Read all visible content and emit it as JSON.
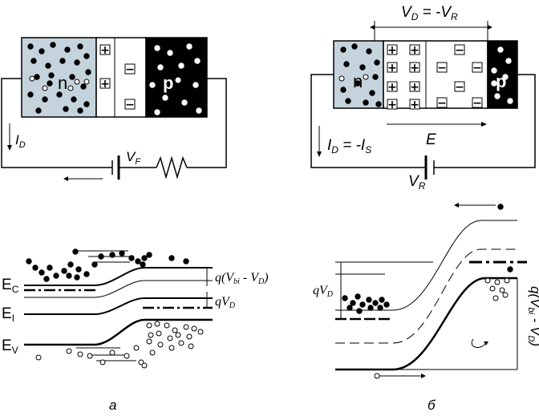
{
  "left": {
    "n_label": "n",
    "p_label": "p",
    "current": {
      "main": "I",
      "sub": "D"
    },
    "voltage": {
      "main": "V",
      "sub": "F"
    },
    "plus": "+",
    "minus": "−",
    "bands": {
      "ec": {
        "main": "E",
        "sub": "C"
      },
      "ei": {
        "main": "E",
        "sub": "I"
      },
      "ev": {
        "main": "E",
        "sub": "V"
      },
      "barrier": {
        "pre": "q(V",
        "sub1": "bi",
        "mid": " - V",
        "sub2": "D",
        "post": ")"
      },
      "qvd": {
        "pre": "qV",
        "sub": "D"
      }
    },
    "caption": "а"
  },
  "right": {
    "n_label": "n",
    "p_label": "p",
    "top_voltage": {
      "a": "V",
      "asub": "D",
      "eq": " = -V",
      "bsub": "R"
    },
    "current": {
      "a": "I",
      "asub": "D",
      "eq": " = -I",
      "bsub": "S"
    },
    "field": "E",
    "voltage": {
      "main": "V",
      "sub": "R"
    },
    "plus": "+",
    "minus": "−",
    "bands": {
      "qvd": {
        "pre": "qV",
        "sub": "D"
      },
      "barrier": {
        "pre": "q(V",
        "sub1": "bi",
        "mid": " - V",
        "sub2": "D",
        "post": ")"
      }
    },
    "caption": "б"
  },
  "colors": {
    "n_region": "#c5d3dc",
    "p_region": "#000000",
    "line": "#000000"
  }
}
